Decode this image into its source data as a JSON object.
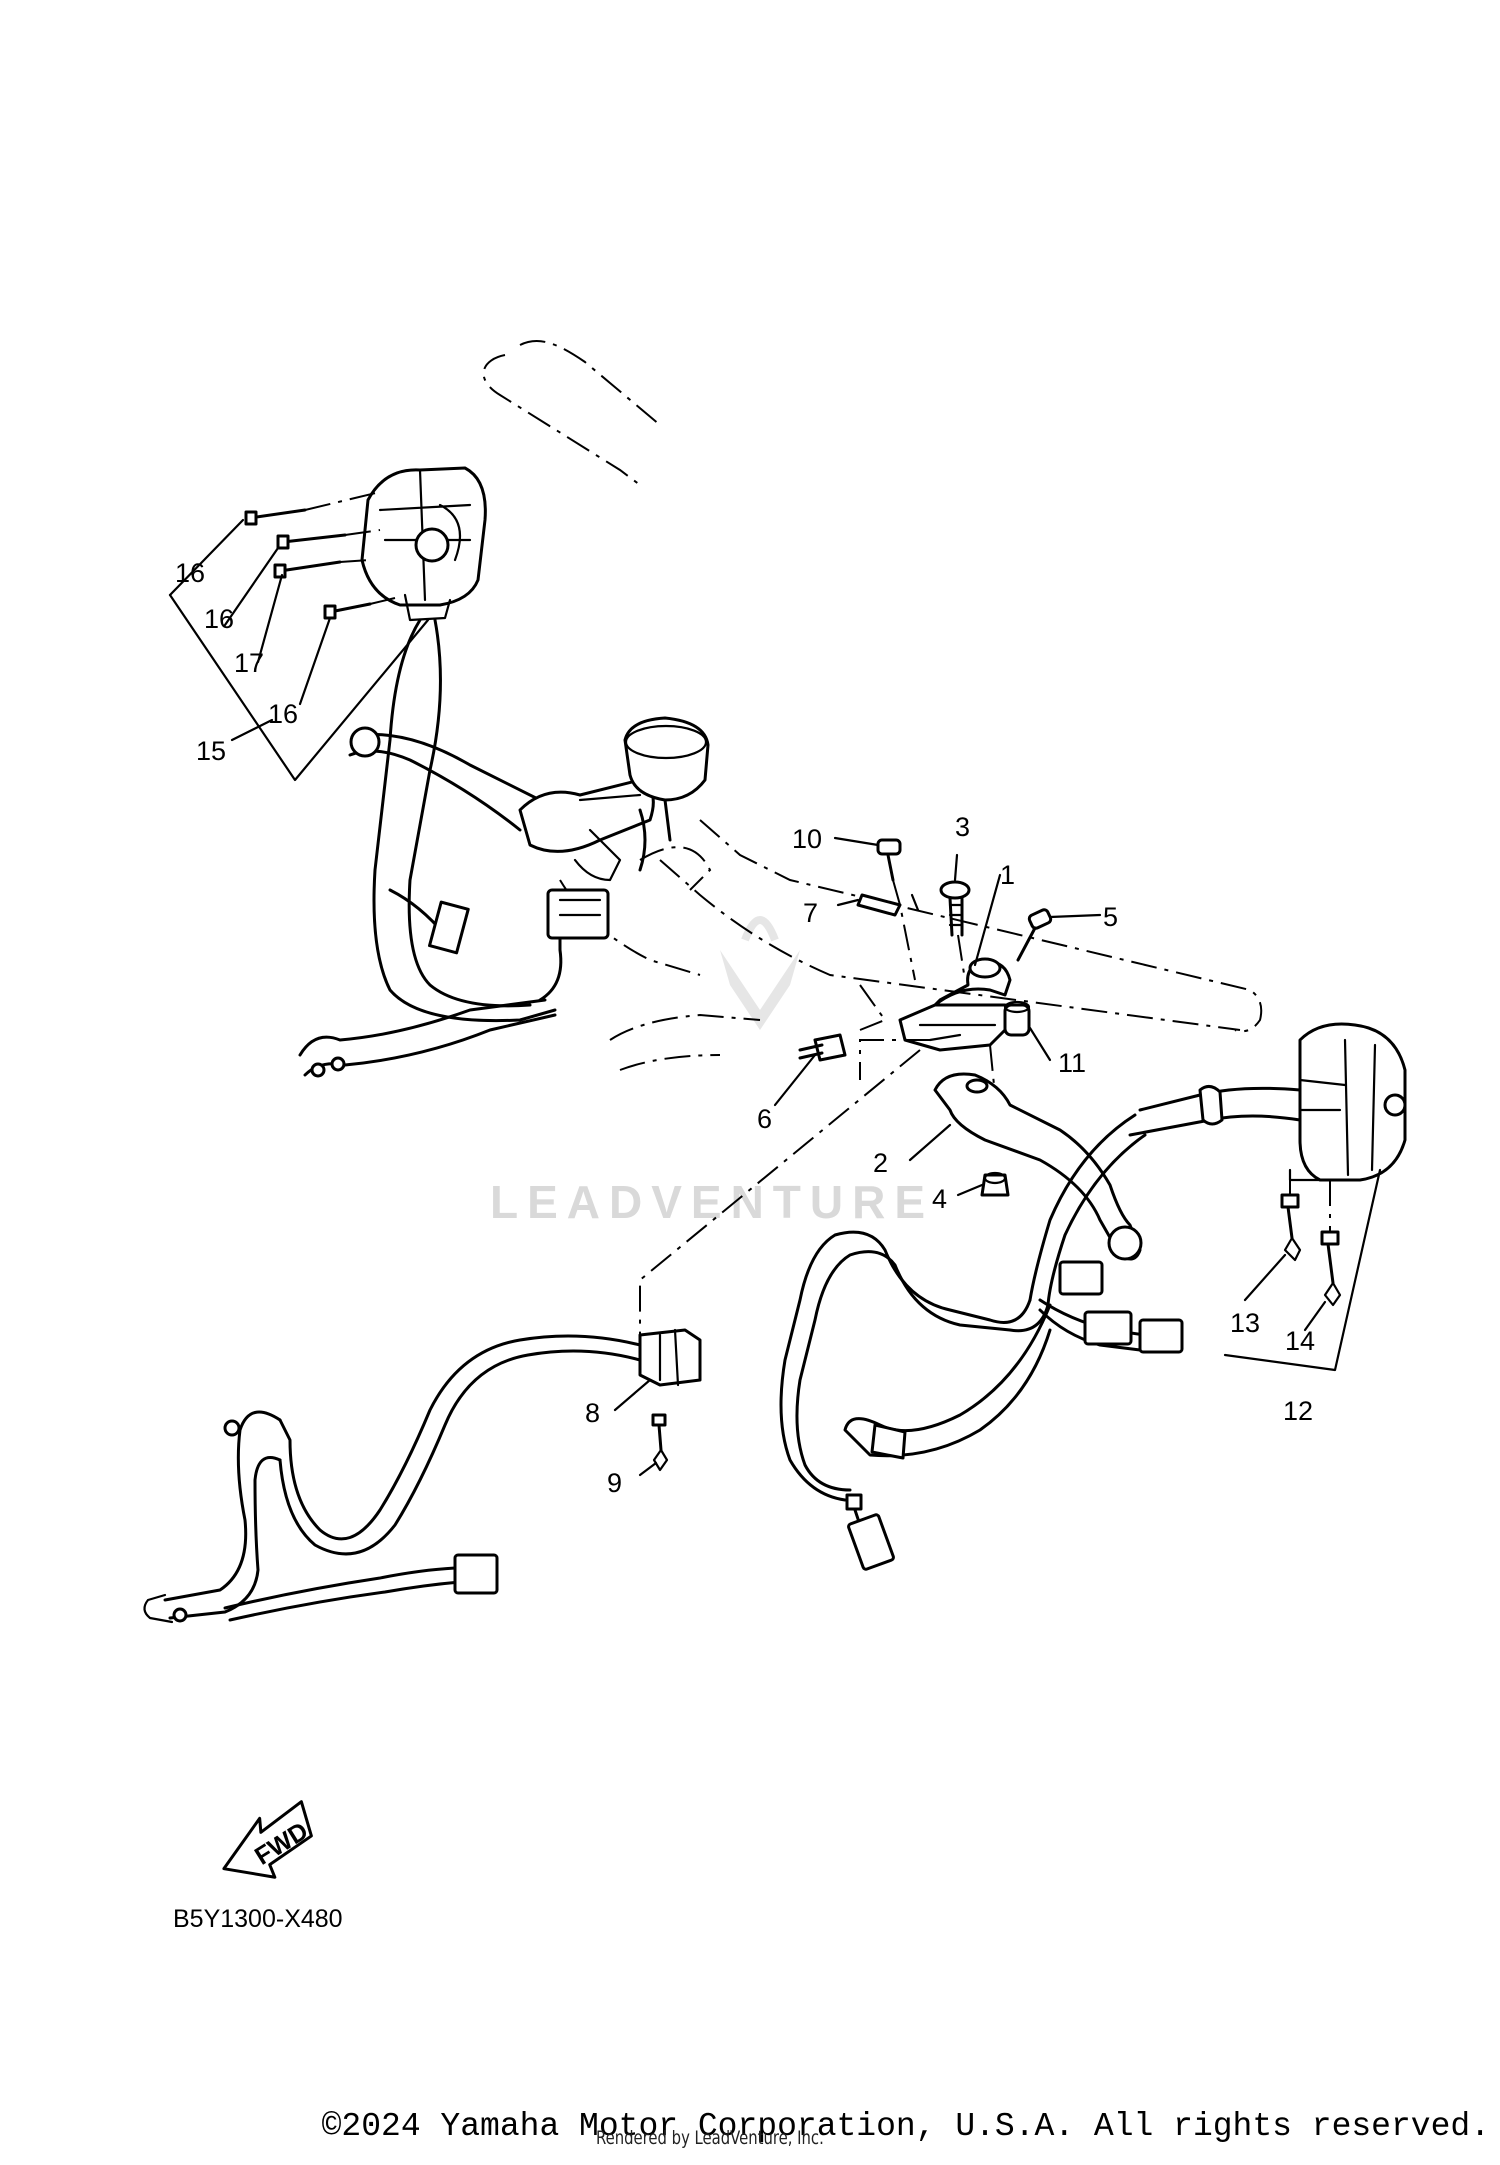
{
  "callouts": [
    "1",
    "2",
    "3",
    "4",
    "5",
    "6",
    "7",
    "8",
    "9",
    "10",
    "11",
    "12",
    "13",
    "14",
    "15",
    "16",
    "16",
    "16",
    "17"
  ],
  "labels": {
    "n1": "1",
    "n2": "2",
    "n3": "3",
    "n4": "4",
    "n5": "5",
    "n6": "6",
    "n7": "7",
    "n8": "8",
    "n9": "9",
    "n10": "10",
    "n11": "11",
    "n12": "12",
    "n13": "13",
    "n14": "14",
    "n15": "15",
    "n16a": "16",
    "n16b": "16",
    "n16c": "16",
    "n17": "17"
  },
  "fwd_label": "FWD",
  "diagram_code": "B5Y1300-X480",
  "watermark": "LEADVENTURE",
  "copyright": "©2024 Yamaha Motor Corporation, U.S.A. All rights reserved.",
  "rendered_by": "Rendered by LeadVenture, Inc."
}
